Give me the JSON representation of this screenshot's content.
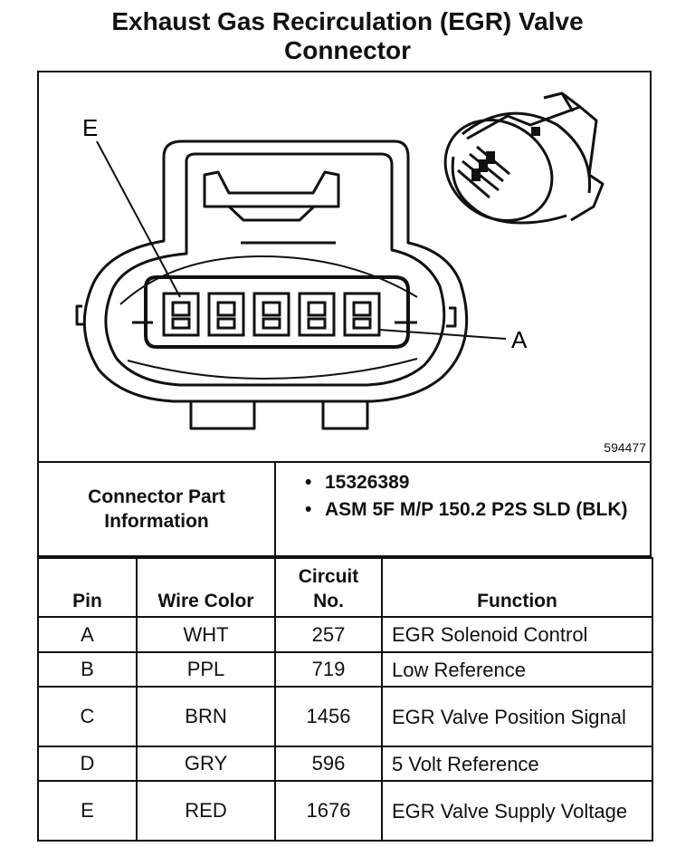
{
  "title_line1": "Exhaust Gas Recirculation (EGR) Valve",
  "title_line2": "Connector",
  "figure": {
    "label_e": "E",
    "label_a": "A",
    "figure_number": "594477"
  },
  "connector_info": {
    "label": "Connector Part Information",
    "items": [
      "15326389",
      "ASM 5F M/P 150.2 P2S SLD (BLK)"
    ]
  },
  "table": {
    "headers": {
      "pin": "Pin",
      "wire_color": "Wire Color",
      "circuit_no": "Circuit No.",
      "function": "Function"
    },
    "rows": [
      {
        "pin": "A",
        "wire_color": "WHT",
        "circuit": "257",
        "function": "EGR Solenoid Control"
      },
      {
        "pin": "B",
        "wire_color": "PPL",
        "circuit": "719",
        "function": "Low Reference"
      },
      {
        "pin": "C",
        "wire_color": "BRN",
        "circuit": "1456",
        "function": "EGR Valve Position Signal"
      },
      {
        "pin": "D",
        "wire_color": "GRY",
        "circuit": "596",
        "function": "5 Volt Reference"
      },
      {
        "pin": "E",
        "wire_color": "RED",
        "circuit": "1676",
        "function": "EGR Valve Supply Voltage"
      }
    ]
  }
}
